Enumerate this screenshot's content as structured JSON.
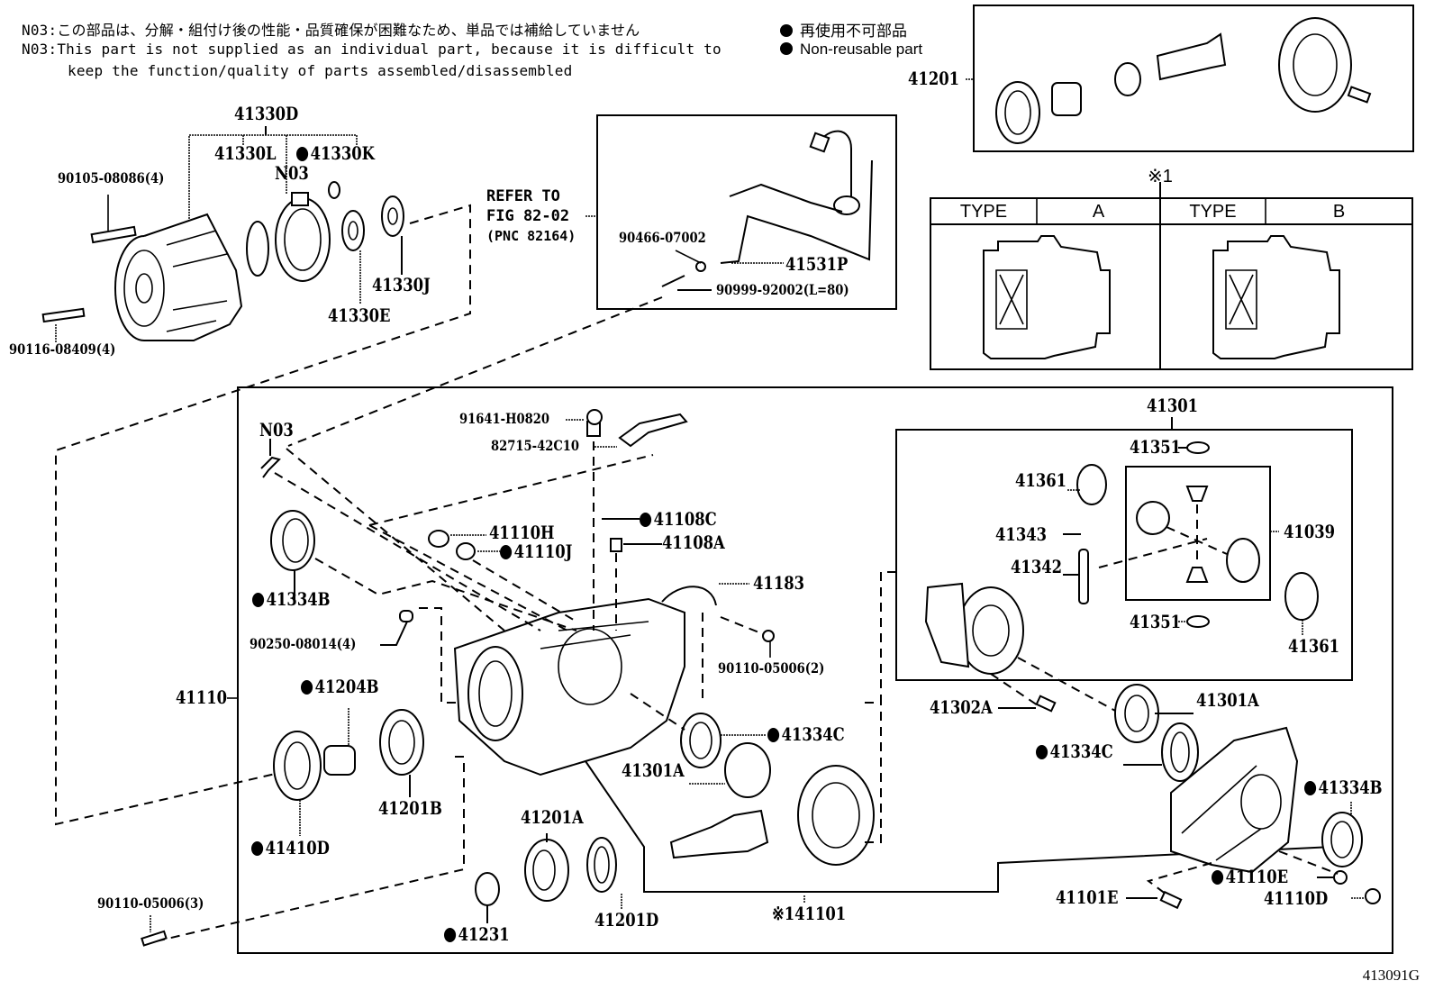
{
  "notes": {
    "jp": "N03:この部品は、分解・組付け後の性能・品質確保が困難なため、単品では補給していません",
    "en_line1": "N03:This part is not supplied as an individual part, because it is difficult to",
    "en_line2": "keep the function/quality of parts assembled/disassembled"
  },
  "legend": {
    "jp": "再使用不可部品",
    "en": "Non-reusable part"
  },
  "figure_id": "413091G",
  "refer": {
    "line1": "REFER TO",
    "line2": "FIG 82-02",
    "line3": "(PNC 82164)"
  },
  "type_table": {
    "marker": "※1",
    "cols": [
      {
        "type_label": "TYPE",
        "value": "A"
      },
      {
        "type_label": "TYPE",
        "value": "B"
      }
    ]
  },
  "labels": {
    "p41330D": "41330D",
    "p41330L": "41330L",
    "p41330K": "41330K",
    "n03_top": "N03",
    "p90105": "90105-08086(4)",
    "p90116": "90116-08409(4)",
    "p41330J": "41330J",
    "p41330E": "41330E",
    "p90466": "90466-07002",
    "p41531P": "41531P",
    "p90999": "90999-92002(L=80)",
    "p41201": "41201",
    "p41301": "41301",
    "p41351a": "41351",
    "p41361a": "41361",
    "p41343": "41343",
    "p41342": "41342",
    "p41039": "41039",
    "p41351b": "41351",
    "p41361b": "41361",
    "n03_main": "N03",
    "p91641": "91641-H0820",
    "p82715": "82715-42C10",
    "p41110H": "41110H",
    "p41110J": "41110J",
    "p41108C": "41108C",
    "p41108A": "41108A",
    "p41334B_l": "41334B",
    "p41183": "41183",
    "p90250": "90250-08014(4)",
    "p90110_2": "90110-05006(2)",
    "p41110": "41110",
    "p41204B": "41204B",
    "p41201B": "41201B",
    "p41410D": "41410D",
    "p41334C_c": "41334C",
    "p41301A_c": "41301A",
    "p41302A": "41302A",
    "p41301A_r": "41301A",
    "p41334C_r": "41334C",
    "p41334B_r": "41334B",
    "p41201A": "41201A",
    "p41201D": "41201D",
    "p41231": "41231",
    "p90110_3": "90110-05006(3)",
    "p41101": "※141101",
    "p41101E": "41101E",
    "p41110E": "41110E",
    "p41110D": "41110D"
  }
}
